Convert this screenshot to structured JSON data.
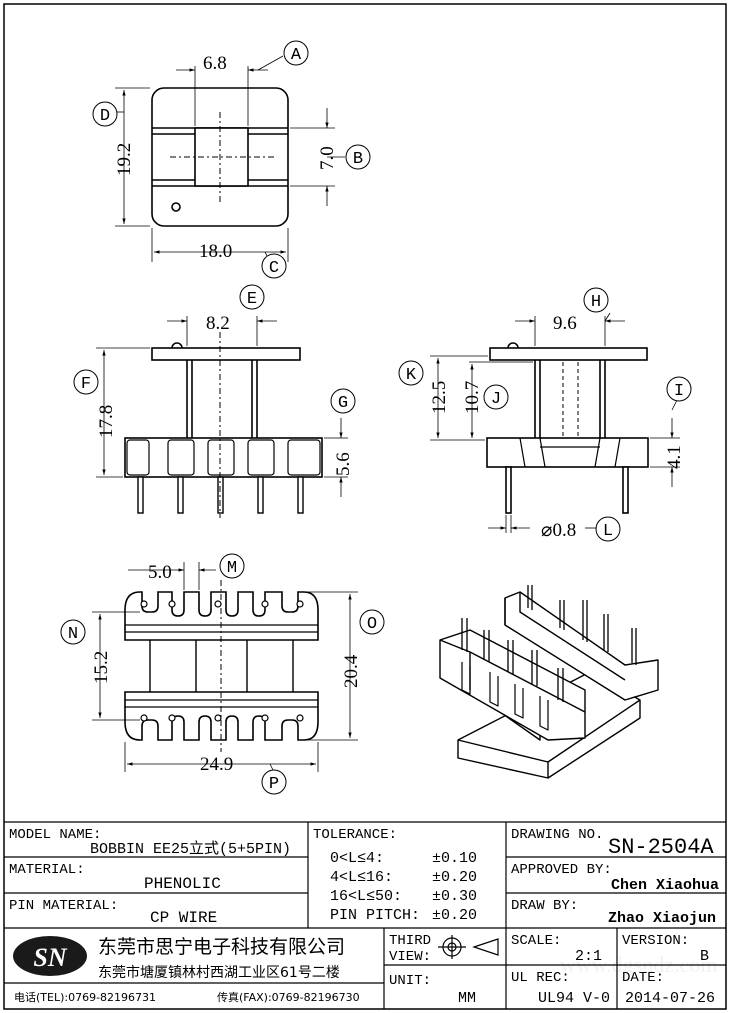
{
  "views": {
    "top": {
      "dims": {
        "width_top": "6.8",
        "height_left": "19.2",
        "height_right": "7.0",
        "width_bottom": "18.0"
      },
      "labels": [
        "A",
        "B",
        "C",
        "D"
      ]
    },
    "front": {
      "dims": {
        "width_top": "8.2",
        "height_left": "17.8",
        "height_right": "5.6"
      },
      "labels": [
        "E",
        "F",
        "G"
      ]
    },
    "side": {
      "dims": {
        "width_top": "9.6",
        "height_outer": "12.5",
        "height_inner": "10.7",
        "base": "4.1",
        "pin": "⌀0.8"
      },
      "labels": [
        "H",
        "I",
        "J",
        "K",
        "L"
      ]
    },
    "bottom": {
      "dims": {
        "slot": "5.0",
        "height_left": "15.2",
        "height_right": "20.4",
        "width_bottom": "24.9"
      },
      "labels": [
        "M",
        "N",
        "O",
        "P"
      ]
    }
  },
  "title_block": {
    "model_name_label": "MODEL NAME:",
    "model_name": "BOBBIN EE25立式(5+5PIN)",
    "material_label": "MATERIAL:",
    "material": "PHENOLIC",
    "pin_material_label": "PIN MATERIAL:",
    "pin_material": "CP WIRE",
    "tolerance_label": "TOLERANCE:",
    "tolerances": [
      {
        "range": "0<L≤4:",
        "value": "±0.10"
      },
      {
        "range": "4<L≤16:",
        "value": "±0.20"
      },
      {
        "range": "16<L≤50:",
        "value": "±0.30"
      },
      {
        "range": "PIN PITCH:",
        "value": "±0.20"
      }
    ],
    "drawing_no_label": "DRAWING NO.",
    "drawing_no": "SN-2504A",
    "approved_by_label": "APPROVED BY:",
    "approved_by": "Chen Xiaohua",
    "draw_by_label": "DRAW BY:",
    "draw_by": "Zhao Xiaojun",
    "logo_text": "SN",
    "company_name": "东莞市思宁电子科技有限公司",
    "company_address": "东莞市塘厦镇林村西湖工业区61号二楼",
    "tel": "电话(TEL):0769-82196731",
    "fax": "传真(FAX):0769-82196730",
    "third_view_label_1": "THIRD",
    "third_view_label_2": "VIEW:",
    "unit_label": "UNIT:",
    "unit": "MM",
    "scale_label": "SCALE:",
    "scale": "2:1",
    "version_label": "VERSION:",
    "version": "B",
    "ul_rec_label": "UL REC:",
    "ul_rec": "UL94 V-0",
    "date_label": "DATE:",
    "date": "2014-07-26",
    "watermark": "www.dgsndz.com"
  }
}
